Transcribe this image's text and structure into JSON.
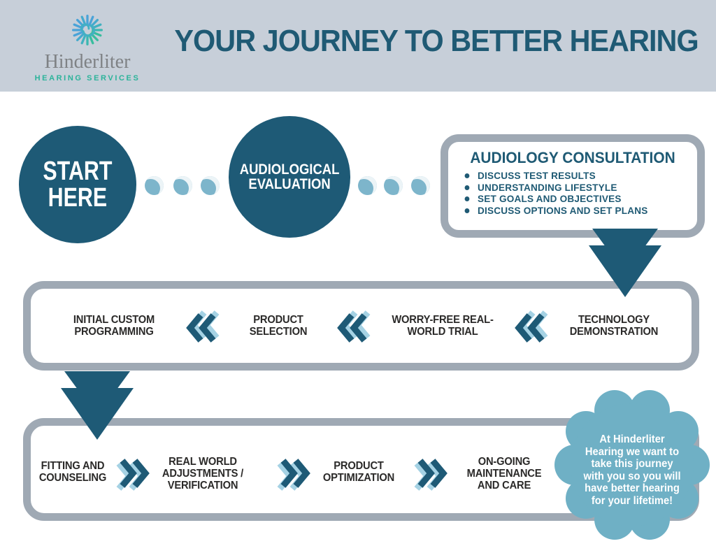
{
  "header": {
    "logo": {
      "name": "Hinderliter",
      "subtitle": "HEARING SERVICES"
    },
    "title": "YOUR JOURNEY TO BETTER HEARING"
  },
  "journey": {
    "start": {
      "lines": [
        "START",
        "HERE"
      ]
    },
    "evaluation": {
      "lines": [
        "AUDIOLOGICAL",
        "EVALUATION"
      ]
    },
    "consultation": {
      "title": "AUDIOLOGY CONSULTATION",
      "bullets": [
        "DISCUSS TEST RESULTS",
        "UNDERSTANDING LIFESTYLE",
        "SET GOALS AND OBJECTIVES",
        "DISCUSS OPTIONS AND SET PLANS"
      ]
    },
    "row2": {
      "steps": [
        {
          "lines": [
            "INITIAL CUSTOM",
            "PROGRAMMING"
          ]
        },
        {
          "lines": [
            "PRODUCT",
            "SELECTION"
          ]
        },
        {
          "lines": [
            "WORRY-FREE REAL-",
            "WORLD TRIAL"
          ]
        },
        {
          "lines": [
            "TECHNOLOGY",
            "DEMONSTRATION"
          ]
        }
      ]
    },
    "row3": {
      "steps": [
        {
          "lines": [
            "FITTING AND",
            "COUNSELING"
          ]
        },
        {
          "lines": [
            "REAL WORLD",
            "ADJUSTMENTS /",
            "VERIFICATION"
          ]
        },
        {
          "lines": [
            "PRODUCT",
            "OPTIMIZATION"
          ]
        },
        {
          "lines": [
            "ON-GOING",
            "MAINTENANCE",
            "AND CARE"
          ]
        }
      ]
    }
  },
  "badge": {
    "lines": [
      "At Hinderliter",
      "Hearing we want to",
      "take this journey",
      "with you so you will",
      "have better hearing",
      "for your lifetime!"
    ]
  },
  "colors": {
    "header_bg": "#c7cfd9",
    "dark_teal": "#1e5a76",
    "band_gray": "#9fa9b4",
    "dot_blue": "#7db5cb",
    "badge_blue": "#6fb0c5",
    "chevron_light": "#a5d2e4",
    "step_text": "#2b2a29",
    "logo_gray": "#7f8285",
    "logo_teal": "#2bb39a"
  }
}
